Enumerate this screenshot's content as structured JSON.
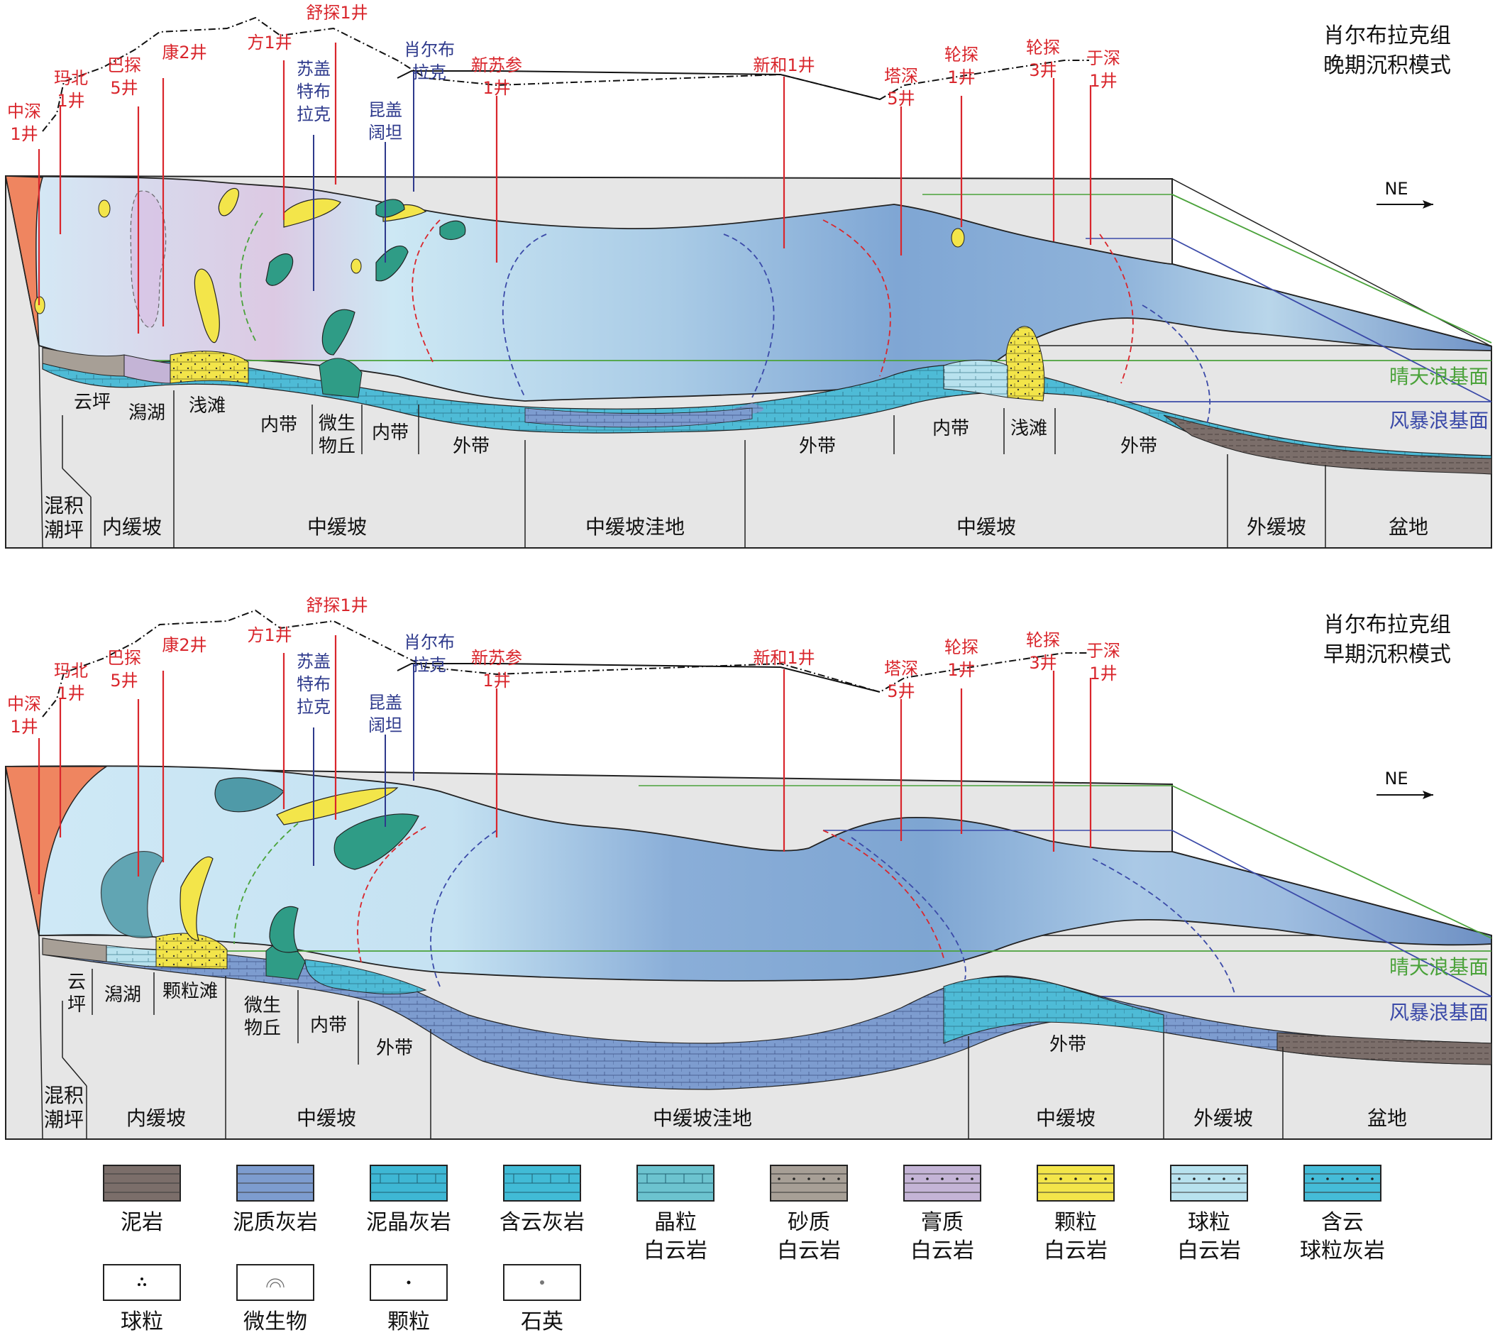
{
  "colors": {
    "well_red": "#d9262c",
    "outcrop_blue": "#2e3a8c",
    "fair_weather_green": "#4aa23a",
    "storm_blue": "#3b4aa8",
    "water_light": "#cfe9f6",
    "water_deep": "#6f9bd0",
    "grain_yellow": "#f3e54a",
    "microbe_teal": "#2f9c86",
    "tidal_orange": "#ef8560",
    "mudstone_gray": "#7b6e6a"
  },
  "orientation": "NE",
  "wave_base_labels": {
    "fair_weather": "晴天浪基面",
    "storm": "风暴浪基面"
  },
  "late_panel": {
    "title_line1": "肖尔布拉克组",
    "title_line2": "晚期沉积模式",
    "wells": {
      "zhongshen": "中深",
      "zhongshen_b": "1井",
      "mabei": "玛北",
      "mabei_b": "1井",
      "batan": "巴探",
      "batan_b": "5井",
      "kang": "康2井",
      "fang": "方1井",
      "shutan": "舒探1井",
      "xinsucan": "新苏参",
      "xinsucan_b": "1井",
      "xinhe": "新和1井",
      "tashen": "塔深",
      "tashen_b": "5井",
      "luntan1": "轮探",
      "luntan1_b": "1井",
      "luntan3": "轮探",
      "luntan3_b": "3井",
      "yushen": "于深",
      "yushen_b": "1井"
    },
    "outcrops": {
      "sugai_1": "苏盖",
      "sugai_2": "特布",
      "sugai_3": "拉克",
      "xiao_1": "肖尔布",
      "xiao_2": "拉克",
      "kun_1": "昆盖",
      "kun_2": "阔坦"
    },
    "facies": {
      "yunping": "云坪",
      "xiehu": "潟湖",
      "qiantan": "浅滩",
      "neidai1": "内带",
      "weisheng_1": "微生",
      "weisheng_2": "物丘",
      "neidai2": "内带",
      "waidai1": "外带",
      "waidai2": "外带",
      "neidai3": "内带",
      "qiantan2": "浅滩",
      "waidai3": "外带"
    },
    "zones": {
      "hunji_1": "混积",
      "hunji_2": "潮坪",
      "inner": "内缓坡",
      "middle1": "中缓坡",
      "depression": "中缓坡洼地",
      "middle2": "中缓坡",
      "outer": "外缓坡",
      "basin": "盆地"
    }
  },
  "early_panel": {
    "title_line1": "肖尔布拉克组",
    "title_line2": "早期沉积模式",
    "wells": {
      "zhongshen": "中深",
      "zhongshen_b": "1井",
      "mabei": "玛北",
      "mabei_b": "1井",
      "batan": "巴探",
      "batan_b": "5井",
      "kang": "康2井",
      "fang": "方1井",
      "shutan": "舒探1井",
      "xinsucan": "新苏参",
      "xinsucan_b": "1井",
      "xinhe": "新和1井",
      "tashen": "塔深",
      "tashen_b": "5井",
      "luntan1": "轮探",
      "luntan1_b": "1井",
      "luntan3": "轮探",
      "luntan3_b": "3井",
      "yushen": "于深",
      "yushen_b": "1井"
    },
    "outcrops": {
      "sugai_1": "苏盖",
      "sugai_2": "特布",
      "sugai_3": "拉克",
      "xiao_1": "肖尔布",
      "xiao_2": "拉克",
      "kun_1": "昆盖",
      "kun_2": "阔坦"
    },
    "facies": {
      "yun_1": "云",
      "yun_2": "坪",
      "xiehu": "潟湖",
      "keli_tan": "颗粒滩",
      "weisheng_1": "微生",
      "weisheng_2": "物丘",
      "neidai": "内带",
      "waidai1": "外带",
      "waidai2": "外带"
    },
    "zones": {
      "hunji_1": "混积",
      "hunji_2": "潮坪",
      "inner": "内缓坡",
      "middle1": "中缓坡",
      "depression": "中缓坡洼地",
      "middle2": "中缓坡",
      "outer": "外缓坡",
      "basin": "盆地"
    }
  },
  "legend": [
    {
      "label1": "泥岩",
      "label2": "",
      "fill": "#7b6e6a",
      "icon": "mudstone-swatch-icon"
    },
    {
      "label1": "泥质灰岩",
      "label2": "",
      "fill": "#7d9ccf",
      "icon": "argillaceous-limestone-swatch-icon"
    },
    {
      "label1": "泥晶灰岩",
      "label2": "",
      "fill": "#3eb7d4",
      "icon": "micritic-limestone-swatch-icon"
    },
    {
      "label1": "含云灰岩",
      "label2": "",
      "fill": "#41bbd6",
      "icon": "dolomitic-limestone-swatch-icon"
    },
    {
      "label1": "晶粒",
      "label2": "白云岩",
      "fill": "#6cc3cf",
      "icon": "crystalline-dolomite-swatch-icon"
    },
    {
      "label1": "砂质",
      "label2": "白云岩",
      "fill": "#a79f96",
      "icon": "sandy-dolomite-swatch-icon"
    },
    {
      "label1": "膏质",
      "label2": "白云岩",
      "fill": "#c4b4d6",
      "icon": "gypsum-dolomite-swatch-icon"
    },
    {
      "label1": "颗粒",
      "label2": "白云岩",
      "fill": "#f3e54a",
      "icon": "grain-dolomite-swatch-icon"
    },
    {
      "label1": "球粒",
      "label2": "白云岩",
      "fill": "#b8e2ee",
      "icon": "pellet-dolomite-swatch-icon"
    },
    {
      "label1": "含云",
      "label2": "球粒灰岩",
      "fill": "#45bcd8",
      "icon": "dolomitic-pellet-limestone-swatch-icon"
    },
    {
      "label1": "球粒",
      "label2": "",
      "fill": "#ffffff",
      "icon": "pellet-symbol-icon"
    },
    {
      "label1": "微生物",
      "label2": "",
      "fill": "#ffffff",
      "icon": "microbe-symbol-icon"
    },
    {
      "label1": "颗粒",
      "label2": "",
      "fill": "#ffffff",
      "icon": "grain-symbol-icon"
    },
    {
      "label1": "石英",
      "label2": "",
      "fill": "#ffffff",
      "icon": "quartz-symbol-icon"
    }
  ]
}
